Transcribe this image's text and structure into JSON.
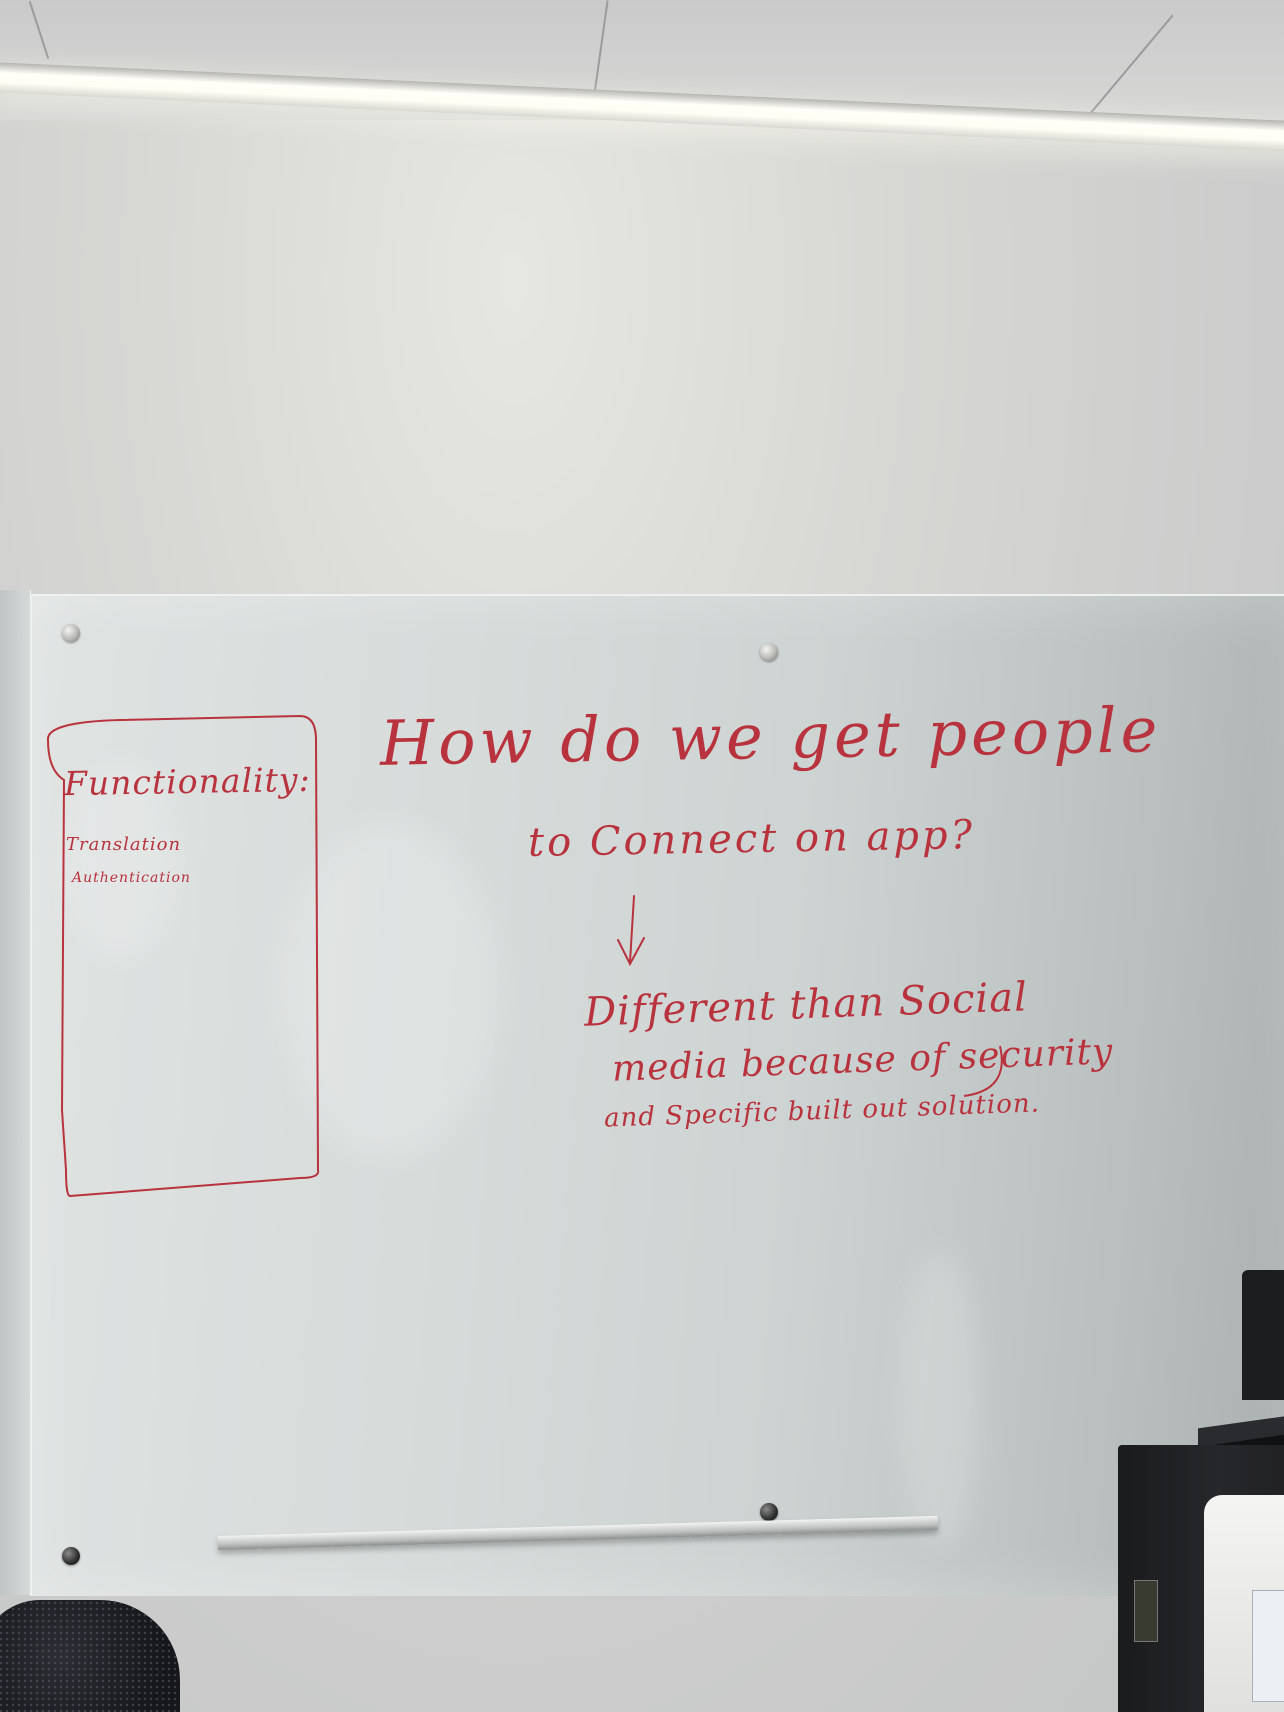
{
  "whiteboard": {
    "question_line1": "How do we get people",
    "question_line2": "to Connect on app?",
    "answer_line1": "Different than Social",
    "answer_line2": "media because of security",
    "answer_line3": "and Specific built out solution.",
    "functionality": {
      "heading": "Functionality:",
      "items": [
        "Translation",
        "Authentication"
      ]
    }
  },
  "colors": {
    "ink": "#b8333d",
    "glass": "#d6dbda",
    "wall": "#d3d3d0"
  }
}
